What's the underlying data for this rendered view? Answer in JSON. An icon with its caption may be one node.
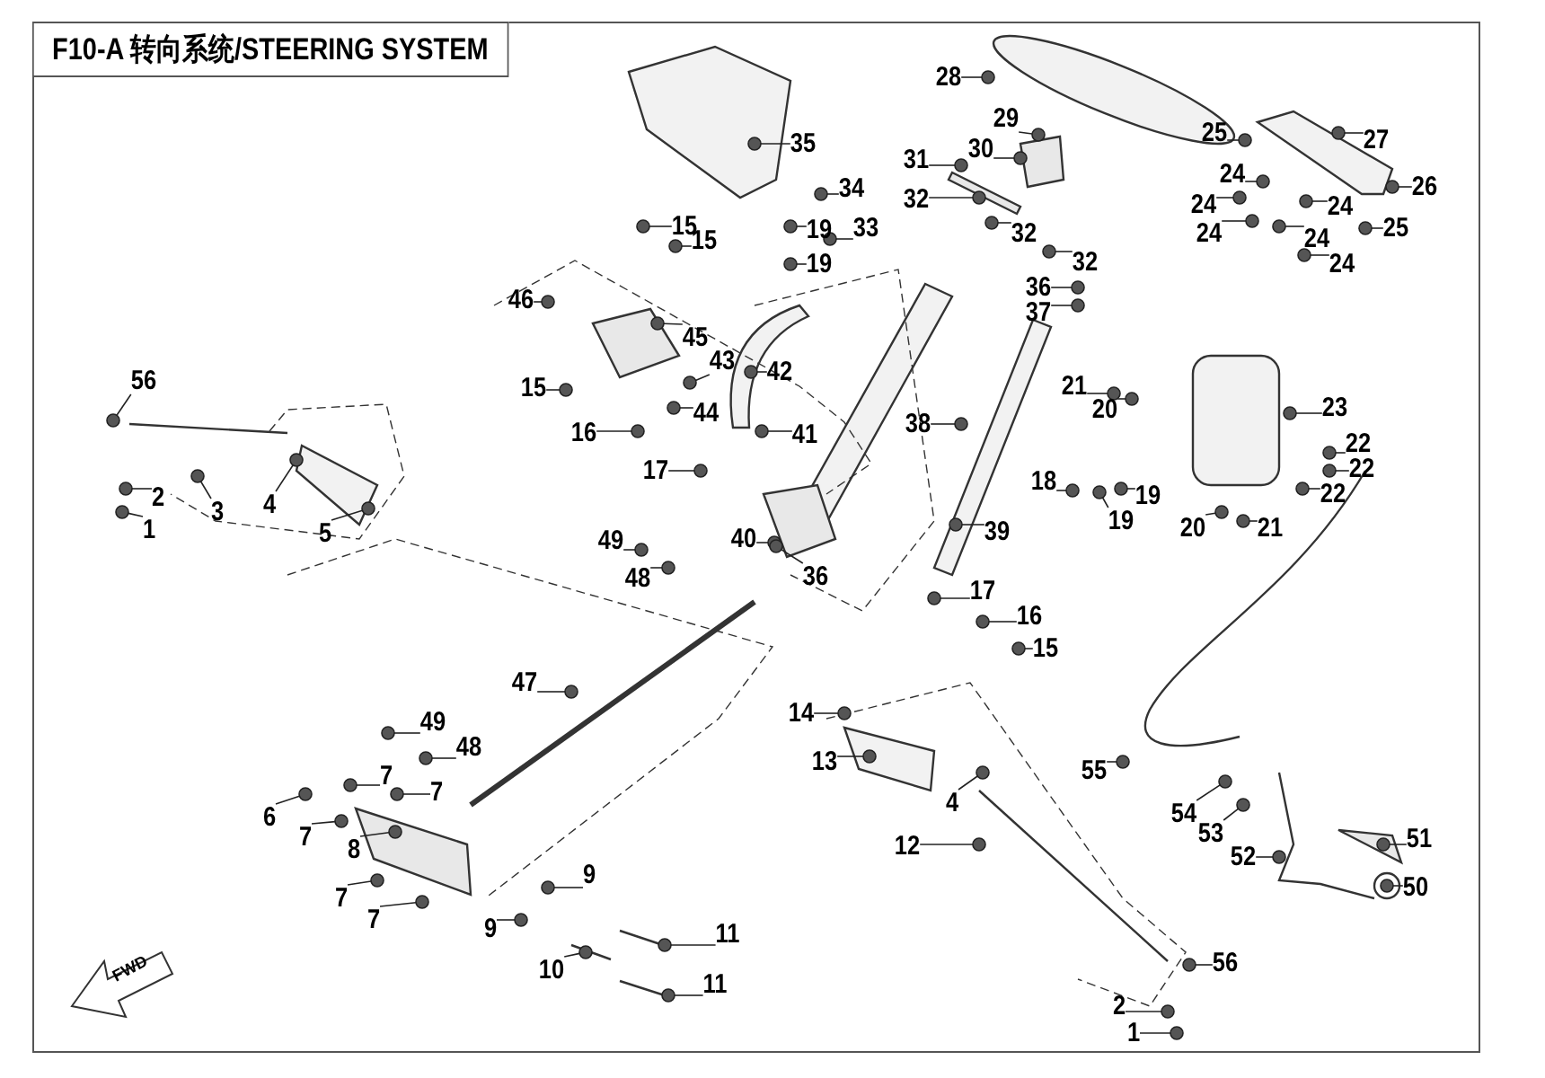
{
  "diagram": {
    "title": "F10-A 转向系统/STEERING SYSTEM",
    "nodes": [
      {
        "text": [
          "56"
        ]
      },
      {
        "text": [
          "2"
        ]
      },
      {
        "text": [
          "3"
        ]
      },
      {
        "text": [
          "1"
        ]
      },
      {
        "text": [
          "4"
        ]
      },
      {
        "text": [
          "5"
        ]
      },
      {
        "text": [
          "35"
        ]
      },
      {
        "text": [
          "34"
        ]
      },
      {
        "text": [
          "15"
        ]
      },
      {
        "text": [
          "15"
        ]
      },
      {
        "text": [
          "19"
        ]
      },
      {
        "text": [
          "33"
        ]
      },
      {
        "text": [
          "19"
        ]
      },
      {
        "text": [
          "28"
        ]
      },
      {
        "text": [
          "29"
        ]
      },
      {
        "text": [
          "30"
        ]
      },
      {
        "text": [
          "31"
        ]
      },
      {
        "text": [
          "32"
        ]
      },
      {
        "text": [
          "32"
        ]
      },
      {
        "text": [
          "32"
        ]
      },
      {
        "text": [
          "25"
        ]
      },
      {
        "text": [
          "27"
        ]
      },
      {
        "text": [
          "24"
        ]
      },
      {
        "text": [
          "24"
        ]
      },
      {
        "text": [
          "26"
        ]
      },
      {
        "text": [
          "24"
        ]
      },
      {
        "text": [
          "24"
        ]
      },
      {
        "text": [
          "24"
        ]
      },
      {
        "text": [
          "25"
        ]
      },
      {
        "text": [
          "24"
        ]
      },
      {
        "text": [
          "36"
        ]
      },
      {
        "text": [
          "37"
        ]
      },
      {
        "text": [
          "46"
        ]
      },
      {
        "text": [
          "45"
        ]
      },
      {
        "text": [
          "43"
        ]
      },
      {
        "text": [
          "42"
        ]
      },
      {
        "text": [
          "15"
        ]
      },
      {
        "text": [
          "44"
        ]
      },
      {
        "text": [
          "16"
        ]
      },
      {
        "text": [
          "41"
        ]
      },
      {
        "text": [
          "17"
        ]
      },
      {
        "text": [
          "38"
        ]
      },
      {
        "text": [
          "21"
        ]
      },
      {
        "text": [
          "20"
        ]
      },
      {
        "text": [
          "23"
        ]
      },
      {
        "text": [
          "22"
        ]
      },
      {
        "text": [
          "22"
        ]
      },
      {
        "text": [
          "22"
        ]
      },
      {
        "text": [
          "18"
        ]
      },
      {
        "text": [
          "19"
        ]
      },
      {
        "text": [
          "19"
        ]
      },
      {
        "text": [
          "39"
        ]
      },
      {
        "text": [
          "20"
        ]
      },
      {
        "text": [
          "21"
        ]
      },
      {
        "text": [
          "49"
        ]
      },
      {
        "text": [
          "40"
        ]
      },
      {
        "text": [
          "48"
        ]
      },
      {
        "text": [
          "36"
        ]
      },
      {
        "text": [
          "17"
        ]
      },
      {
        "text": [
          "16"
        ]
      },
      {
        "text": [
          "15"
        ]
      },
      {
        "text": [
          "47"
        ]
      },
      {
        "text": [
          "14"
        ]
      },
      {
        "text": [
          "13"
        ]
      },
      {
        "text": [
          "4"
        ]
      },
      {
        "text": [
          "12"
        ]
      },
      {
        "text": [
          "49"
        ]
      },
      {
        "text": [
          "48"
        ]
      },
      {
        "text": [
          "7"
        ]
      },
      {
        "text": [
          "7"
        ]
      },
      {
        "text": [
          "6"
        ]
      },
      {
        "text": [
          "7"
        ]
      },
      {
        "text": [
          "8"
        ]
      },
      {
        "text": [
          "7"
        ]
      },
      {
        "text": [
          "7"
        ]
      },
      {
        "text": [
          "9"
        ]
      },
      {
        "text": [
          "9"
        ]
      },
      {
        "text": [
          "11"
        ]
      },
      {
        "text": [
          "10"
        ]
      },
      {
        "text": [
          "11"
        ]
      },
      {
        "text": [
          "55"
        ]
      },
      {
        "text": [
          "54"
        ]
      },
      {
        "text": [
          "53"
        ]
      },
      {
        "text": [
          "52"
        ]
      },
      {
        "text": [
          "51"
        ]
      },
      {
        "text": [
          "50"
        ]
      },
      {
        "text": [
          "56"
        ]
      },
      {
        "text": [
          "2"
        ]
      },
      {
        "text": [
          "1"
        ]
      },
      {
        "text": [],
        "shape": "circle"
      },
      {
        "text": [],
        "shape": "circle"
      },
      {
        "text": [],
        "shape": "circle"
      },
      {
        "text": [],
        "shape": "circle"
      },
      {
        "text": [],
        "shape": "circle"
      },
      {
        "text": [],
        "shape": "circle"
      },
      {
        "text": [],
        "shape": "circle"
      },
      {
        "text": [],
        "shape": "circle"
      },
      {
        "text": [],
        "shape": "circle"
      },
      {
        "text": [],
        "shape": "circle"
      },
      {
        "text": [],
        "shape": "circle"
      },
      {
        "text": [],
        "shape": "circle"
      },
      {
        "text": [],
        "shape": "circle"
      },
      {
        "text": [],
        "shape": "circle"
      },
      {
        "text": [],
        "shape": "circle"
      },
      {
        "text": [],
        "shape": "circle"
      },
      {
        "text": [],
        "shape": "circle"
      },
      {
        "text": [],
        "shape": "circle"
      },
      {
        "text": [],
        "shape": "circle"
      },
      {
        "text": [],
        "shape": "circle"
      },
      {
        "text": [],
        "shape": "circle"
      },
      {
        "text": [],
        "shape": "circle"
      },
      {
        "text": [],
        "shape": "circle"
      },
      {
        "text": [],
        "shape": "circle"
      },
      {
        "text": [],
        "shape": "circle"
      },
      {
        "text": [],
        "shape": "circle"
      },
      {
        "text": [],
        "shape": "circle"
      },
      {
        "text": [],
        "shape": "circle"
      },
      {
        "text": [],
        "shape": "circle"
      },
      {
        "text": [],
        "shape": "circle"
      },
      {
        "text": [],
        "shape": "circle"
      },
      {
        "text": [],
        "shape": "circle"
      },
      {
        "text": [],
        "shape": "circle"
      },
      {
        "text": [],
        "shape": "circle"
      },
      {
        "text": [],
        "shape": "circle"
      },
      {
        "text": [],
        "shape": "circle"
      },
      {
        "text": [],
        "shape": "circle"
      },
      {
        "text": [],
        "shape": "circle"
      },
      {
        "text": [],
        "shape": "circle"
      },
      {
        "text": [],
        "shape": "circle"
      },
      {
        "text": [],
        "shape": "circle"
      },
      {
        "text": [],
        "shape": "circle"
      },
      {
        "text": [],
        "shape": "circle"
      },
      {
        "text": [],
        "shape": "circle"
      },
      {
        "text": [],
        "shape": "circle"
      },
      {
        "text": [],
        "shape": "circle"
      },
      {
        "text": [],
        "shape": "circle"
      },
      {
        "text": [],
        "shape": "circle"
      },
      {
        "text": [],
        "shape": "circle"
      },
      {
        "text": [],
        "shape": "circle"
      },
      {
        "text": [],
        "shape": "circle"
      },
      {
        "text": [],
        "shape": "circle"
      },
      {
        "text": [],
        "shape": "circle"
      },
      {
        "text": [],
        "shape": "circle"
      },
      {
        "text": [],
        "shape": "circle"
      },
      {
        "text": [],
        "shape": "circle"
      },
      {
        "text": [],
        "shape": "circle"
      },
      {
        "text": [],
        "shape": "circle"
      },
      {
        "text": [],
        "shape": "circle"
      },
      {
        "text": [],
        "shape": "circle"
      },
      {
        "text": [],
        "shape": "circle"
      },
      {
        "text": [],
        "shape": "circle"
      },
      {
        "text": [],
        "shape": "circle"
      },
      {
        "text": [],
        "shape": "circle"
      },
      {
        "text": [],
        "shape": "circle"
      },
      {
        "text": [],
        "shape": "circle"
      },
      {
        "text": [],
        "shape": "circle"
      },
      {
        "text": [],
        "shape": "circle"
      },
      {
        "text": [],
        "shape": "circle"
      },
      {
        "text": [],
        "shape": "circle"
      },
      {
        "text": [],
        "shape": "circle"
      },
      {
        "text": [],
        "shape": "circle"
      },
      {
        "text": [],
        "shape": "circle"
      },
      {
        "text": [],
        "shape": "circle"
      },
      {
        "text": [],
        "shape": "circle"
      },
      {
        "text": [],
        "shape": "circle"
      },
      {
        "text": [],
        "shape": "circle"
      },
      {
        "text": [],
        "shape": "circle"
      },
      {
        "text": [],
        "shape": "circle"
      },
      {
        "text": [],
        "shape": "circle"
      },
      {
        "text": [],
        "shape": "circle"
      },
      {
        "text": [],
        "shape": "circle"
      },
      {
        "text": [],
        "shape": "circle"
      },
      {
        "text": [],
        "shape": "circle"
      },
      {
        "text": [],
        "shape": "circle"
      },
      {
        "text": [],
        "shape": "circle"
      },
      {
        "text": [],
        "shape": "circle"
      },
      {
        "text": [],
        "shape": "circle"
      },
      {
        "text": [],
        "shape": "circle"
      }
    ],
    "edges": [
      {
        "from": 0,
        "to": 89,
        "arrow": "none"
      },
      {
        "from": 1,
        "to": 90,
        "arrow": "none"
      },
      {
        "from": 2,
        "to": 91,
        "arrow": "none"
      },
      {
        "from": 3,
        "to": 92,
        "arrow": "none"
      },
      {
        "from": 4,
        "to": 93,
        "arrow": "none"
      },
      {
        "from": 5,
        "to": 94,
        "arrow": "none"
      },
      {
        "from": 6,
        "to": 95,
        "arrow": "none"
      },
      {
        "from": 7,
        "to": 96,
        "arrow": "none"
      },
      {
        "from": 8,
        "to": 97,
        "arrow": "none"
      },
      {
        "from": 9,
        "to": 98,
        "arrow": "none"
      },
      {
        "from": 10,
        "to": 99,
        "arrow": "none"
      },
      {
        "from": 11,
        "to": 100,
        "arrow": "none"
      },
      {
        "from": 12,
        "to": 101,
        "arrow": "none"
      },
      {
        "from": 13,
        "to": 102,
        "arrow": "none"
      },
      {
        "from": 14,
        "to": 103,
        "arrow": "none"
      },
      {
        "from": 15,
        "to": 104,
        "arrow": "none"
      },
      {
        "from": 16,
        "to": 105,
        "arrow": "none"
      },
      {
        "from": 17,
        "to": 106,
        "arrow": "none"
      },
      {
        "from": 18,
        "to": 107,
        "arrow": "none"
      },
      {
        "from": 19,
        "to": 108,
        "arrow": "none"
      },
      {
        "from": 20,
        "to": 109,
        "arrow": "none"
      },
      {
        "from": 21,
        "to": 110,
        "arrow": "none"
      },
      {
        "from": 22,
        "to": 111,
        "arrow": "none"
      },
      {
        "from": 23,
        "to": 112,
        "arrow": "none"
      },
      {
        "from": 24,
        "to": 113,
        "arrow": "none"
      },
      {
        "from": 25,
        "to": 114,
        "arrow": "none"
      },
      {
        "from": 26,
        "to": 115,
        "arrow": "none"
      },
      {
        "from": 27,
        "to": 116,
        "arrow": "none"
      },
      {
        "from": 28,
        "to": 117,
        "arrow": "none"
      },
      {
        "from": 29,
        "to": 118,
        "arrow": "none"
      },
      {
        "from": 30,
        "to": 119,
        "arrow": "none"
      },
      {
        "from": 31,
        "to": 120,
        "arrow": "none"
      },
      {
        "from": 32,
        "to": 121,
        "arrow": "none"
      },
      {
        "from": 33,
        "to": 122,
        "arrow": "none"
      },
      {
        "from": 34,
        "to": 123,
        "arrow": "none"
      },
      {
        "from": 35,
        "to": 124,
        "arrow": "none"
      },
      {
        "from": 36,
        "to": 125,
        "arrow": "none"
      },
      {
        "from": 37,
        "to": 126,
        "arrow": "none"
      },
      {
        "from": 38,
        "to": 127,
        "arrow": "none"
      },
      {
        "from": 39,
        "to": 128,
        "arrow": "none"
      },
      {
        "from": 40,
        "to": 129,
        "arrow": "none"
      },
      {
        "from": 41,
        "to": 130,
        "arrow": "none"
      },
      {
        "from": 42,
        "to": 131,
        "arrow": "none"
      },
      {
        "from": 43,
        "to": 132,
        "arrow": "none"
      },
      {
        "from": 44,
        "to": 133,
        "arrow": "none"
      },
      {
        "from": 45,
        "to": 134,
        "arrow": "none"
      },
      {
        "from": 46,
        "to": 135,
        "arrow": "none"
      },
      {
        "from": 47,
        "to": 136,
        "arrow": "none"
      },
      {
        "from": 48,
        "to": 137,
        "arrow": "none"
      },
      {
        "from": 49,
        "to": 138,
        "arrow": "none"
      },
      {
        "from": 50,
        "to": 139,
        "arrow": "none"
      },
      {
        "from": 51,
        "to": 140,
        "arrow": "none"
      },
      {
        "from": 52,
        "to": 141,
        "arrow": "none"
      },
      {
        "from": 53,
        "to": 142,
        "arrow": "none"
      },
      {
        "from": 54,
        "to": 143,
        "arrow": "none"
      },
      {
        "from": 55,
        "to": 144,
        "arrow": "none"
      },
      {
        "from": 56,
        "to": 145,
        "arrow": "none"
      },
      {
        "from": 57,
        "to": 146,
        "arrow": "none"
      },
      {
        "from": 58,
        "to": 147,
        "arrow": "none"
      },
      {
        "from": 59,
        "to": 148,
        "arrow": "none"
      },
      {
        "from": 60,
        "to": 149,
        "arrow": "none"
      },
      {
        "from": 61,
        "to": 150,
        "arrow": "none"
      },
      {
        "from": 62,
        "to": 151,
        "arrow": "none"
      },
      {
        "from": 63,
        "to": 152,
        "arrow": "none"
      },
      {
        "from": 64,
        "to": 153,
        "arrow": "none"
      },
      {
        "from": 65,
        "to": 154,
        "arrow": "none"
      },
      {
        "from": 66,
        "to": 155,
        "arrow": "none"
      },
      {
        "from": 67,
        "to": 156,
        "arrow": "none"
      },
      {
        "from": 68,
        "to": 157,
        "arrow": "none"
      },
      {
        "from": 69,
        "to": 158,
        "arrow": "none"
      },
      {
        "from": 70,
        "to": 159,
        "arrow": "none"
      },
      {
        "from": 71,
        "to": 160,
        "arrow": "none"
      },
      {
        "from": 72,
        "to": 161,
        "arrow": "none"
      },
      {
        "from": 73,
        "to": 162,
        "arrow": "none"
      },
      {
        "from": 74,
        "to": 163,
        "arrow": "none"
      },
      {
        "from": 75,
        "to": 164,
        "arrow": "none"
      },
      {
        "from": 76,
        "to": 165,
        "arrow": "none"
      },
      {
        "from": 77,
        "to": 166,
        "arrow": "none"
      },
      {
        "from": 78,
        "to": 167,
        "arrow": "none"
      },
      {
        "from": 79,
        "to": 168,
        "arrow": "none"
      },
      {
        "from": 80,
        "to": 169,
        "arrow": "none"
      },
      {
        "from": 81,
        "to": 170,
        "arrow": "none"
      },
      {
        "from": 82,
        "to": 171,
        "arrow": "none"
      },
      {
        "from": 83,
        "to": 172,
        "arrow": "none"
      },
      {
        "from": 84,
        "to": 173,
        "arrow": "none"
      },
      {
        "from": 85,
        "to": 174,
        "arrow": "none"
      },
      {
        "from": 86,
        "to": 175,
        "arrow": "none"
      },
      {
        "from": 87,
        "to": 176,
        "arrow": "none"
      },
      {
        "from": 88,
        "to": 177,
        "arrow": "none"
      }
    ],
    "labels": [
      "FWD"
    ]
  }
}
